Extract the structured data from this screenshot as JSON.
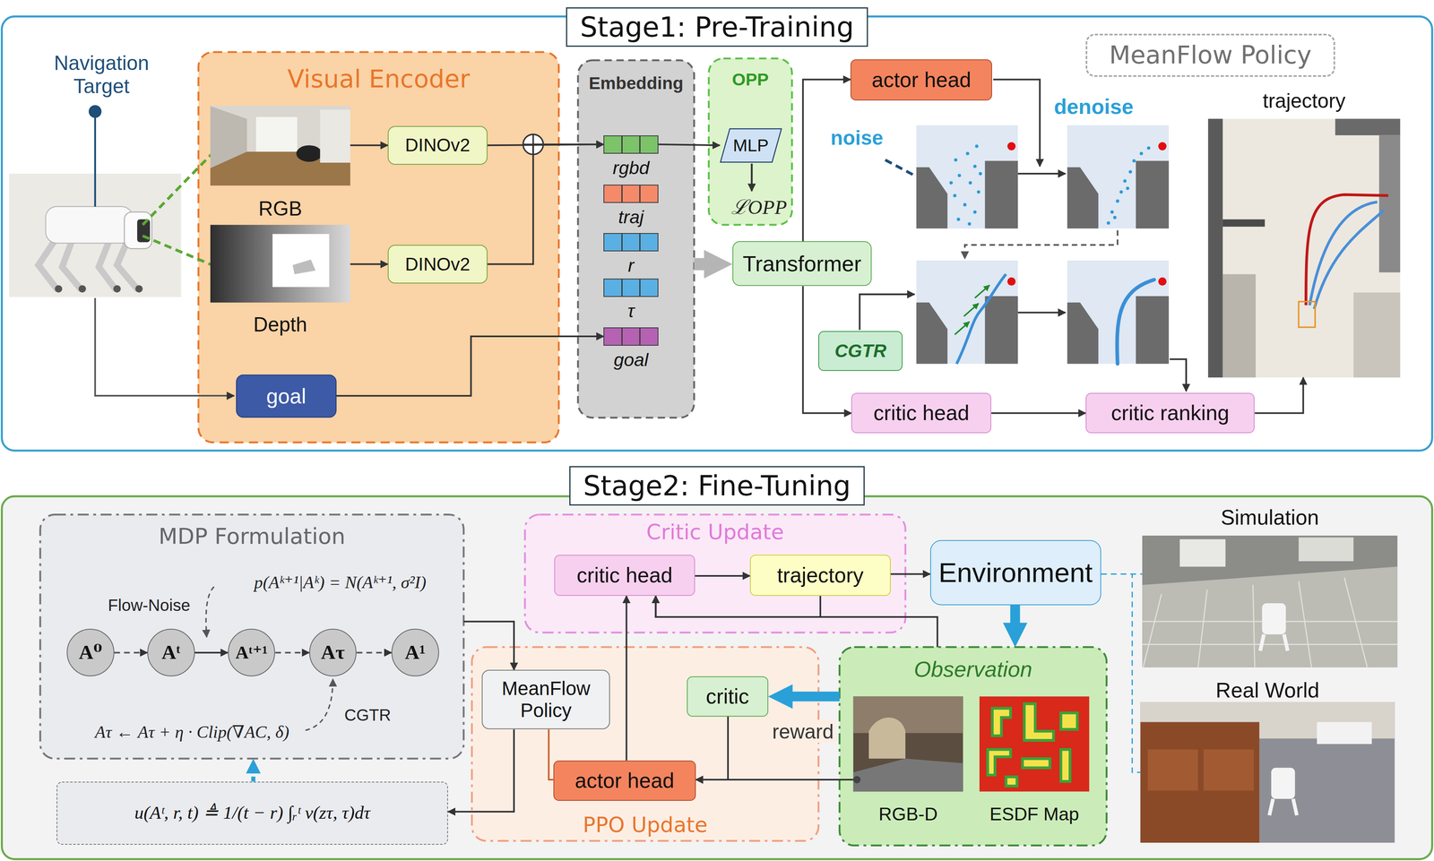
{
  "diagram": {
    "nodes": [
      {
        "text": [
          "Stage1: Pre-Training"
        ]
      },
      {
        "text": [
          "Visual Encoder"
        ],
        "in": 0
      },
      {
        "text": [
          "RGB"
        ],
        "in": 1
      },
      {
        "text": [
          "Depth"
        ],
        "in": 1
      },
      {
        "text": [
          "DINOv2"
        ],
        "in": 1
      },
      {
        "text": [
          "DINOv2"
        ],
        "in": 1
      },
      {
        "text": [
          "goal"
        ],
        "in": 1
      },
      {
        "text": [
          "Embedding"
        ],
        "in": 0
      },
      {
        "text": [
          "rgbd"
        ],
        "in": 7
      },
      {
        "text": [
          "traj"
        ],
        "in": 7
      },
      {
        "text": [
          "r"
        ],
        "in": 7
      },
      {
        "text": [
          "τ"
        ],
        "in": 7
      },
      {
        "text": [
          "goal"
        ],
        "in": 7
      },
      {
        "text": [
          "OPP"
        ],
        "in": 0
      },
      {
        "text": [
          "MLP"
        ],
        "in": 13
      },
      {
        "text": [
          "Transformer"
        ],
        "in": 0
      },
      {
        "text": [
          "MeanFlow Policy"
        ],
        "in": 0
      },
      {
        "text": [
          "actor head"
        ],
        "in": 0
      },
      {
        "text": [
          "CGTR"
        ],
        "in": 0
      },
      {
        "text": [
          "critic head"
        ],
        "in": 0
      },
      {
        "text": [
          "critic ranking"
        ],
        "in": 0
      },
      {
        "text": [
          "trajectory"
        ],
        "in": 0
      },
      {
        "text": [
          "Stage2: Fine-Tuning"
        ]
      },
      {
        "text": [
          "MDP Formulation"
        ],
        "in": 22
      },
      {
        "text": [
          "A⁰"
        ],
        "in": 23
      },
      {
        "text": [
          "Aᵗ"
        ],
        "in": 23
      },
      {
        "text": [
          "Aᵗ⁺¹"
        ],
        "in": 23
      },
      {
        "text": [
          "Aτ"
        ],
        "in": 23
      },
      {
        "text": [
          "A¹"
        ],
        "in": 23
      },
      {
        "text": [
          "u(Aᵗ, r, t) ≜ 1/(t − r) ∫ᵣᵗ v(zτ, τ)dτ"
        ],
        "in": 22
      },
      {
        "text": [
          "Critic Update"
        ],
        "in": 22
      },
      {
        "text": [
          "critic head"
        ],
        "in": 30
      },
      {
        "text": [
          "trajectory"
        ],
        "in": 30
      },
      {
        "text": [
          "PPO Update"
        ],
        "in": 22
      },
      {
        "text": [
          "MeanFlow Policy"
        ],
        "in": 33
      },
      {
        "text": [
          "critic"
        ],
        "in": 33
      },
      {
        "text": [
          "actor head"
        ],
        "in": 33
      },
      {
        "text": [
          "Environment"
        ],
        "in": 22
      },
      {
        "text": [
          "Observation"
        ],
        "in": 22
      },
      {
        "text": [
          "RGB-D"
        ],
        "in": 38
      },
      {
        "text": [
          "ESDF Map"
        ],
        "in": 38
      },
      {
        "text": [
          "Simulation"
        ],
        "in": 22
      },
      {
        "text": [
          "Real World"
        ],
        "in": 22
      }
    ],
    "edges": [
      {
        "from": 2,
        "to": 4,
        "arrow": "to"
      },
      {
        "from": 3,
        "to": 5,
        "arrow": "to"
      },
      {
        "from": 4,
        "to": 8,
        "arrow": "to"
      },
      {
        "from": 5,
        "to": 8,
        "arrow": "to"
      },
      {
        "from": 8,
        "to": 14,
        "arrow": "to"
      },
      {
        "from": 6,
        "to": 12,
        "arrow": "to"
      },
      {
        "from": 7,
        "to": 15,
        "arrow": "to"
      },
      {
        "from": 15,
        "to": 17,
        "arrow": "to"
      },
      {
        "from": 15,
        "to": 19,
        "arrow": "to"
      },
      {
        "from": 19,
        "to": 20,
        "arrow": "to"
      },
      {
        "from": 20,
        "to": 21,
        "arrow": "to"
      },
      {
        "from": 24,
        "to": 25,
        "arrow": "to"
      },
      {
        "from": 25,
        "to": 26,
        "arrow": "to"
      },
      {
        "from": 26,
        "to": 27,
        "arrow": "to"
      },
      {
        "from": 27,
        "to": 28,
        "arrow": "to"
      },
      {
        "from": 29,
        "to": 23,
        "arrow": "to"
      },
      {
        "from": 23,
        "to": 34,
        "arrow": "to"
      },
      {
        "from": 34,
        "to": 29,
        "arrow": "to"
      },
      {
        "from": 34,
        "to": 36,
        "arrow": "none"
      },
      {
        "from": 36,
        "to": 31,
        "arrow": "to"
      },
      {
        "from": 35,
        "to": 36,
        "arrow": "to"
      },
      {
        "from": 31,
        "to": 32,
        "arrow": "to"
      },
      {
        "from": 32,
        "to": 37,
        "arrow": "to"
      },
      {
        "from": 37,
        "to": 38,
        "arrow": "to"
      },
      {
        "from": 38,
        "to": 35,
        "label": "reward",
        "arrow": "to"
      },
      {
        "from": 38,
        "to": 31,
        "arrow": "to"
      },
      {
        "from": 32,
        "to": 31,
        "arrow": "to"
      },
      {
        "from": 39,
        "to": 36,
        "arrow": "to"
      },
      {
        "from": 37,
        "to": 41,
        "arrow": "none"
      },
      {
        "from": 37,
        "to": 42,
        "arrow": "none"
      }
    ],
    "labels": [
      "Navigation Target",
      "ℒOPP",
      "noise",
      "denoise",
      "Flow-Noise",
      "p(Aᵏ⁺¹|Aᵏ) = N(Aᵏ⁺¹, σ²I)",
      "CGTR",
      "Aτ ← Aτ + η · Clip(∇AC, δ)"
    ]
  }
}
